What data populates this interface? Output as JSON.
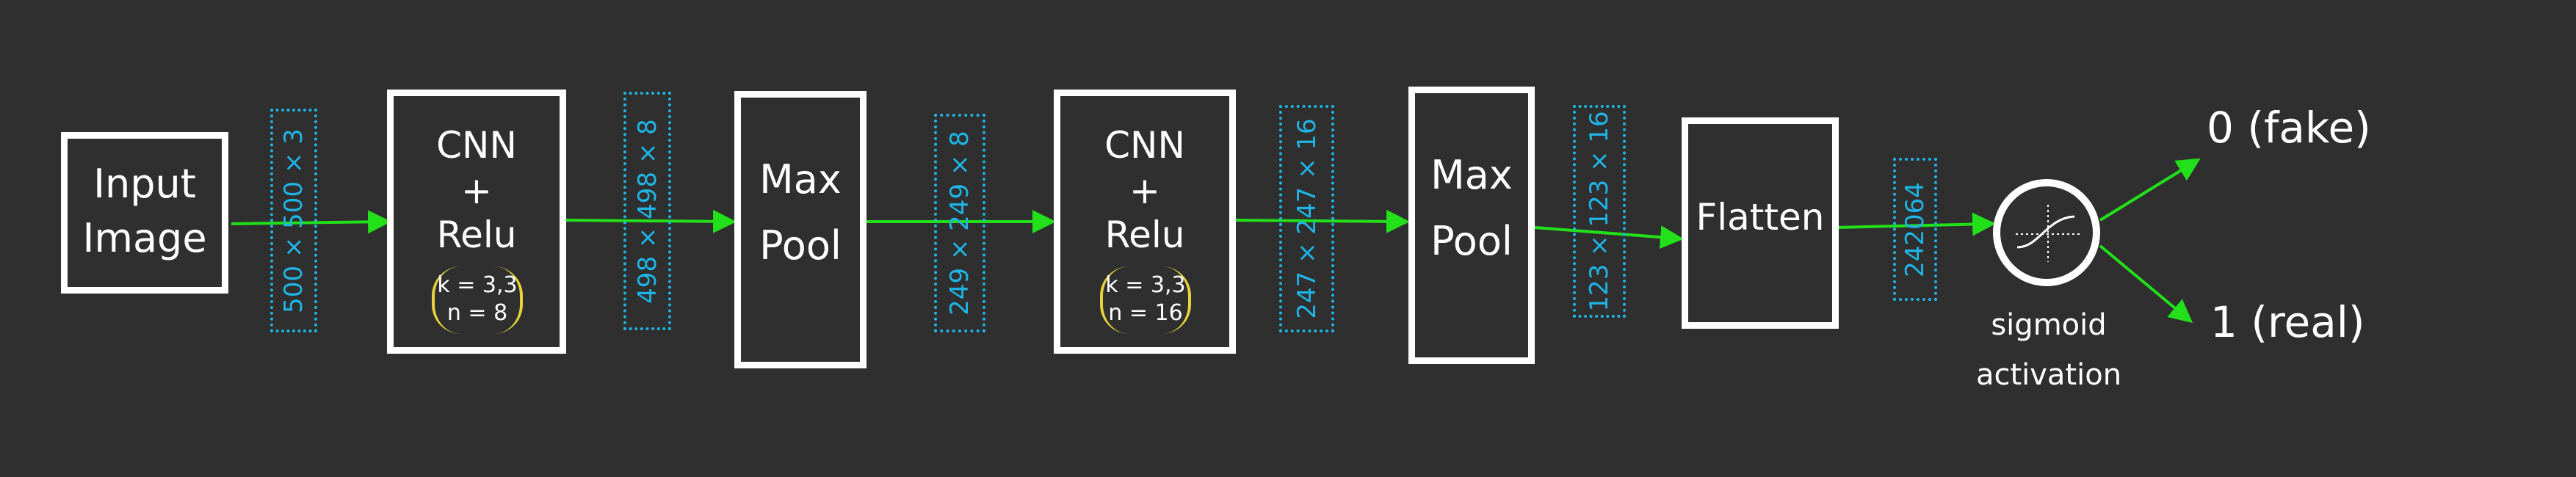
{
  "blocks": {
    "input": {
      "line1": "Input",
      "line2": "Image"
    },
    "cnn1": {
      "line1": "CNN",
      "line2": "+",
      "line3": "Relu",
      "k": "k = 3,3",
      "n": "n = 8"
    },
    "pool1": {
      "line1": "Max",
      "line2": "Pool"
    },
    "cnn2": {
      "line1": "CNN",
      "line2": "+",
      "line3": "Relu",
      "k": "k = 3,3",
      "n": "n = 16"
    },
    "pool2": {
      "line1": "Max",
      "line2": "Pool"
    },
    "flatten": {
      "label": "Flatten"
    }
  },
  "dims": {
    "d1": "500 × 500 × 3",
    "d2": "498 × 498 × 8",
    "d3": "249 × 249 × 8",
    "d4": "247 × 247 × 16",
    "d5": "123 × 123 × 16",
    "d6": "242064"
  },
  "sigmoid": {
    "line1": "sigmoid",
    "line2": "activation"
  },
  "outputs": {
    "fake": "0 (fake)",
    "real": "1 (real)"
  },
  "colors": {
    "arrow": "#22e01a",
    "dim": "#1fb5e6",
    "paren": "#e8d33a",
    "box": "#ffffff",
    "background": "#2f2f2f"
  }
}
